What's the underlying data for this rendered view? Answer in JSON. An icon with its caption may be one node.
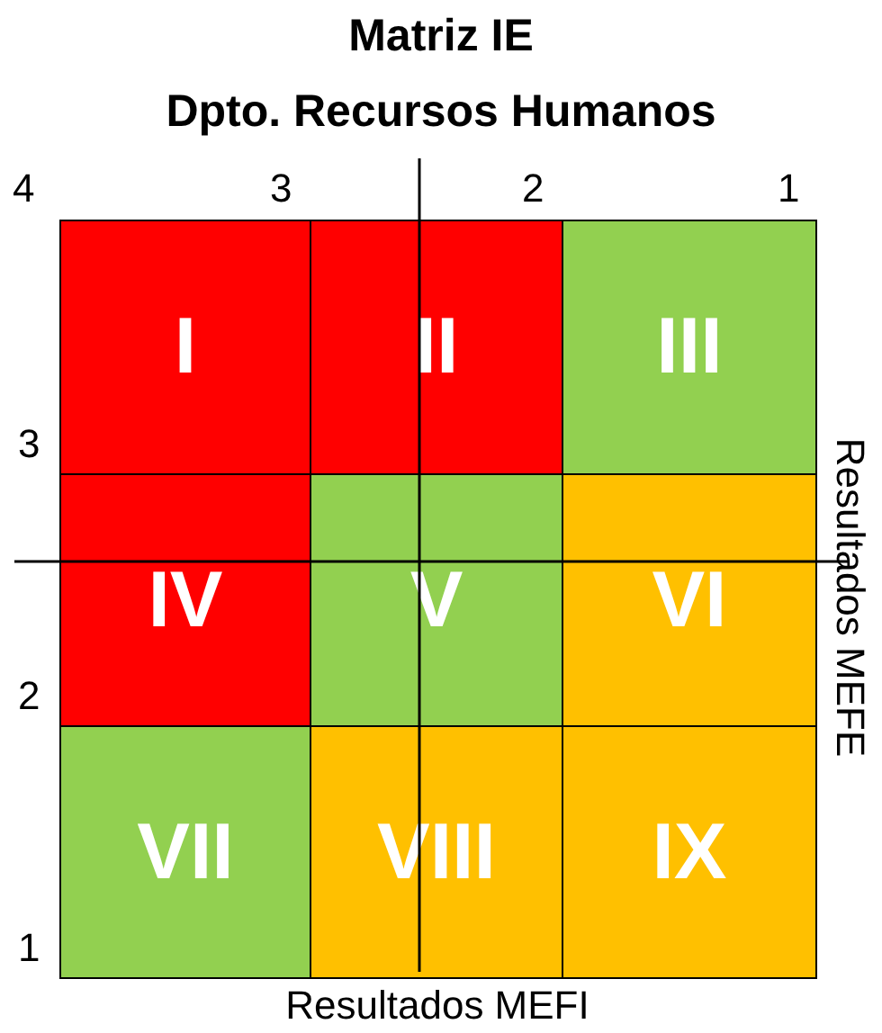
{
  "diagram": {
    "title": "Matriz IE",
    "nodes": [
      {
        "text": [
          "I"
        ]
      },
      {
        "text": [
          "II"
        ]
      },
      {
        "text": [
          "III"
        ]
      },
      {
        "text": [
          "IV"
        ]
      },
      {
        "text": [
          "V"
        ]
      },
      {
        "text": [
          "VI"
        ]
      },
      {
        "text": [
          "VII"
        ]
      },
      {
        "text": [
          "VIII"
        ]
      },
      {
        "text": [
          "IX"
        ]
      }
    ],
    "labels": [
      "Dpto. Recursos Humanos",
      "4",
      "3",
      "2",
      "1",
      "3",
      "Resultados MEFE",
      "2",
      "1",
      "Resultados MEFI"
    ]
  }
}
